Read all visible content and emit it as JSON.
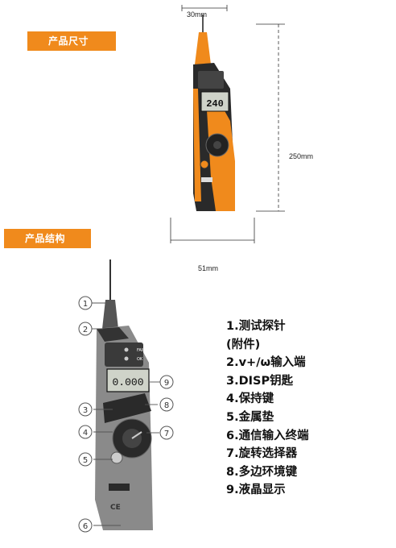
{
  "sections": {
    "size_title": "产品尺寸",
    "structure_title": "产品结构"
  },
  "dimensions": {
    "width_top": "30mm",
    "height": "250mm",
    "width_bottom": "51mm"
  },
  "device": {
    "lcd_reading": "240",
    "lcd_reading_large": "0.000",
    "label_fail": "FAIL",
    "label_ok": "OK",
    "ce_mark": "CE"
  },
  "callouts": [
    "1",
    "2",
    "3",
    "4",
    "5",
    "6",
    "7",
    "8",
    "9"
  ],
  "features": [
    "1.测试探针",
    "(附件)",
    "2.v+/ω输入端",
    "3.DISP钥匙",
    "4.保持键",
    "5.金属垫",
    "6.通信输入终端",
    "7.旋转选择器",
    "8.多边环境键",
    "9.液晶显示"
  ],
  "colors": {
    "accent": "#f08a1c",
    "body_dark": "#2a2a2a",
    "lcd_bg": "#cfd3c9"
  }
}
